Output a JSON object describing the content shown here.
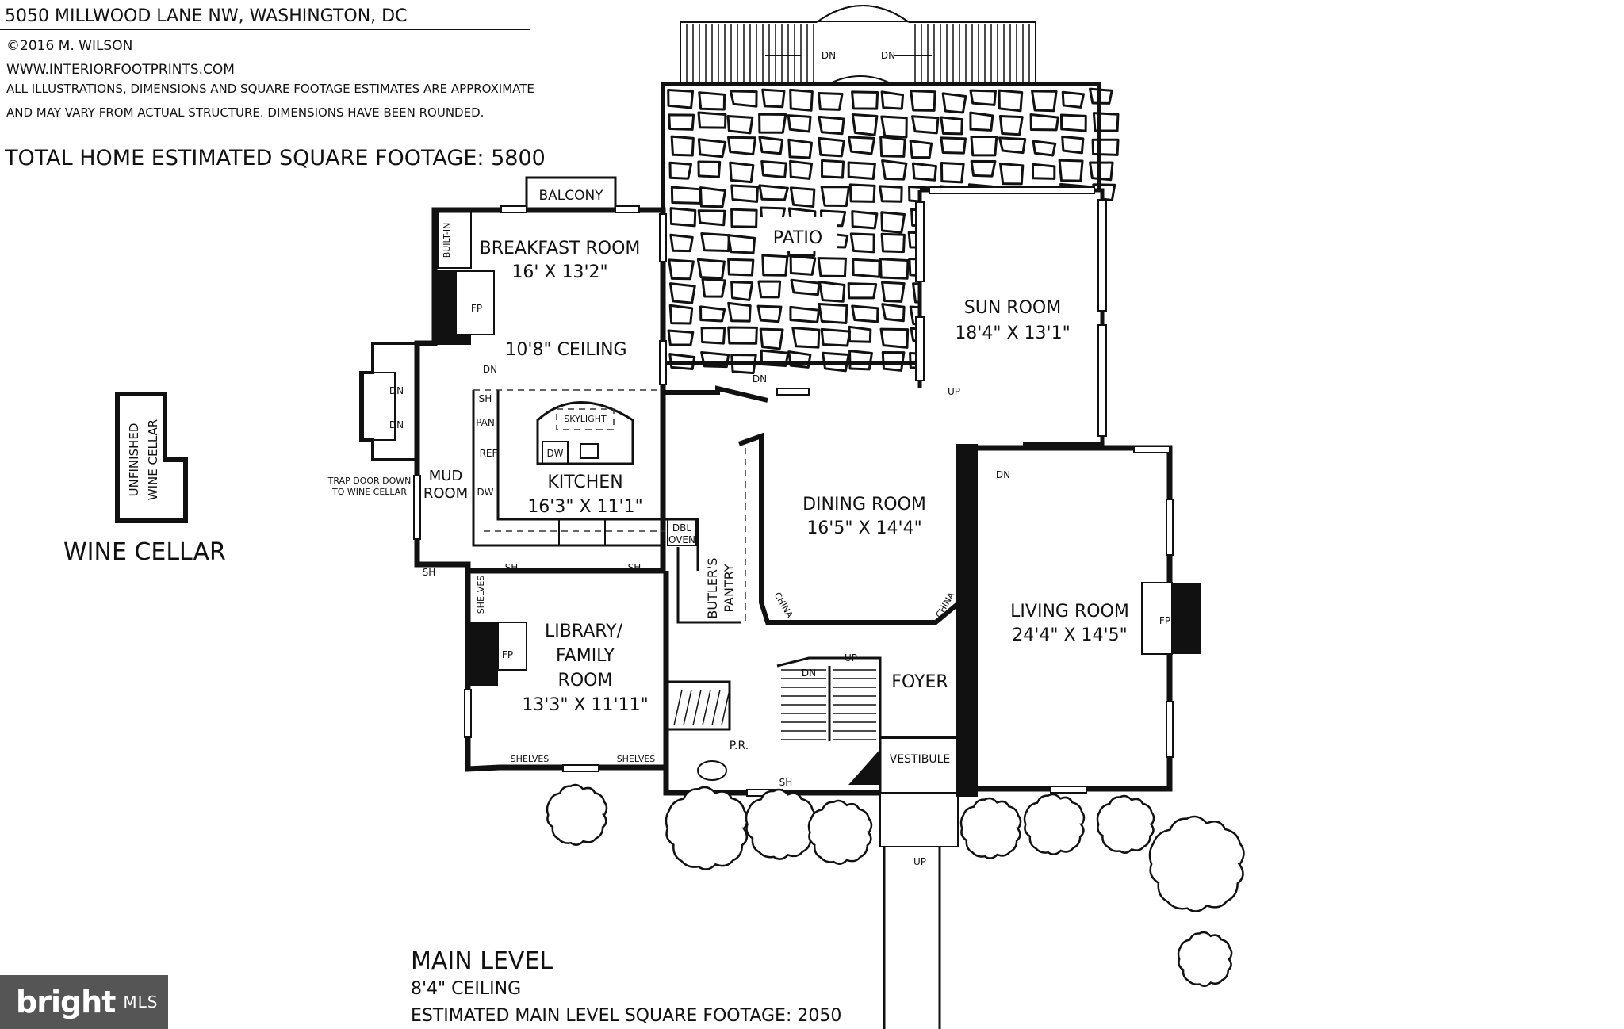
{
  "header": {
    "address": "5050 MILLWOOD LANE NW, WASHINGTON, DC",
    "copyright": "©2016 M. WILSON",
    "website": "WWW.INTERIORFOOTPRINTS.COM",
    "disclaimer_line1": "ALL ILLUSTRATIONS, DIMENSIONS AND SQUARE FOOTAGE ESTIMATES ARE APPROXIMATE",
    "disclaimer_line2": "AND MAY VARY FROM ACTUAL STRUCTURE. DIMENSIONS HAVE BEEN ROUNDED.",
    "total_sqft": "TOTAL HOME ESTIMATED SQUARE FOOTAGE: 5800"
  },
  "wine_cellar": {
    "label1": "UNFINISHED",
    "label2": "WINE CELLAR",
    "title": "WINE CELLAR"
  },
  "rooms": {
    "balcony": "BALCONY",
    "built_in": "BUILT-IN",
    "breakfast_name": "BREAKFAST ROOM",
    "breakfast_dims": "16' X 13'2\"",
    "breakfast_ceiling": "10'8\" CEILING",
    "patio": "PATIO",
    "sun_name": "SUN ROOM",
    "sun_dims": "18'4\" X 13'1\"",
    "skylight": "SKYLIGHT",
    "kitchen_name": "KITCHEN",
    "kitchen_dims": "16'3\" X 11'1\"",
    "mud_name1": "MUD",
    "mud_name2": "ROOM",
    "trap_door1": "TRAP DOOR DOWN",
    "trap_door2": "TO WINE CELLAR",
    "dining_name": "DINING ROOM",
    "dining_dims": "16'5\" X 14'4\"",
    "butlers1": "BUTLER'S",
    "butlers2": "PANTRY",
    "library1": "LIBRARY/",
    "library2": "FAMILY",
    "library3": "ROOM",
    "library_dims": "13'3\" X 11'11\"",
    "living_name": "LIVING ROOM",
    "living_dims": "24'4\" X 14'5\"",
    "foyer": "FOYER",
    "vestibule": "VESTIBULE",
    "powder": "P.R."
  },
  "small_labels": {
    "fp": "FP",
    "sh": "SH",
    "pan": "PAN",
    "ref": "REF",
    "dw": "DW",
    "dbl": "DBL",
    "oven": "OVEN",
    "shelves": "SHELVES",
    "china": "CHINA",
    "dn": "DN",
    "up": "UP"
  },
  "footer": {
    "level": "MAIN LEVEL",
    "ceiling": "8'4\" CEILING",
    "sqft": "ESTIMATED MAIN LEVEL SQUARE FOOTAGE: 2050"
  },
  "watermark": {
    "brand": "bright",
    "suffix": "MLS"
  }
}
